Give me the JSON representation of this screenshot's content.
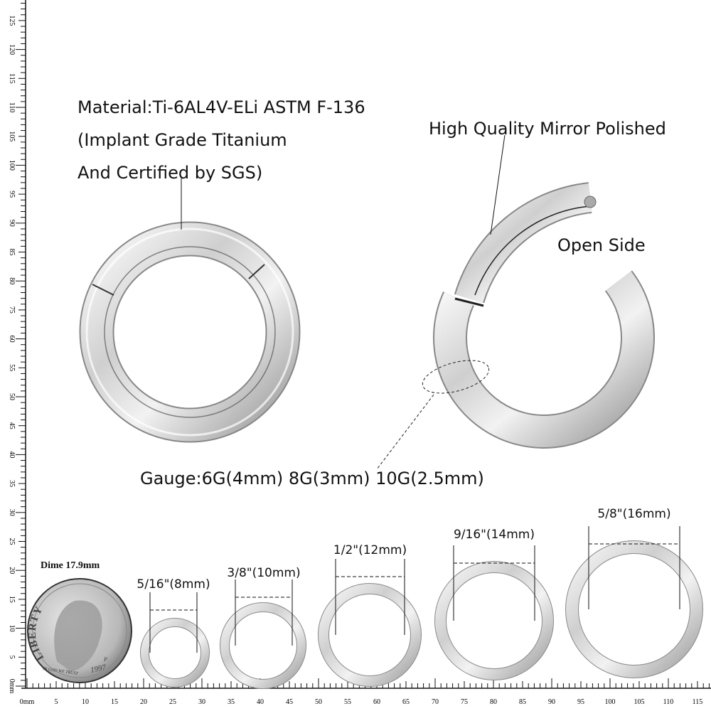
{
  "callouts": {
    "material": [
      "Material:Ti-6AL4V-ELi ASTM F-136",
      "(Implant Grade Titanium",
      "And Certified by SGS)"
    ],
    "polish": "High Quality Mirror Polished",
    "open_side": "Open Side",
    "gauge": "Gauge:6G(4mm) 8G(3mm) 10G(2.5mm)"
  },
  "coin": {
    "label": "Dime 17.9mm",
    "engraving": [
      "LIBERTY",
      "IN GOD WE TRUST",
      "1997",
      "P"
    ]
  },
  "sizes": [
    "5/16\"(8mm)",
    "3/8\"(10mm)",
    "1/2\"(12mm)",
    "9/16\"(14mm)",
    "5/8\"(16mm)"
  ],
  "ruler_bottom": {
    "labels": [
      "0mm",
      "5",
      "10",
      "15",
      "20",
      "25",
      "30",
      "35",
      "40",
      "45",
      "50",
      "55",
      "60",
      "65",
      "70",
      "75",
      "80",
      "85",
      "90",
      "95",
      "100",
      "105",
      "110",
      "115"
    ]
  },
  "ruler_left": {
    "labels": [
      "0mm",
      "5",
      "10",
      "15",
      "20",
      "25",
      "30",
      "35",
      "40",
      "45",
      "50",
      "55",
      "60",
      "75",
      "80",
      "85",
      "90",
      "95",
      "100",
      "105",
      "110",
      "115",
      "120",
      "125"
    ]
  },
  "colors": {
    "metal_light": "#f4f4f4",
    "metal_mid": "#c8c8c8",
    "metal_dark": "#7a7a7a",
    "text": "#111111"
  }
}
